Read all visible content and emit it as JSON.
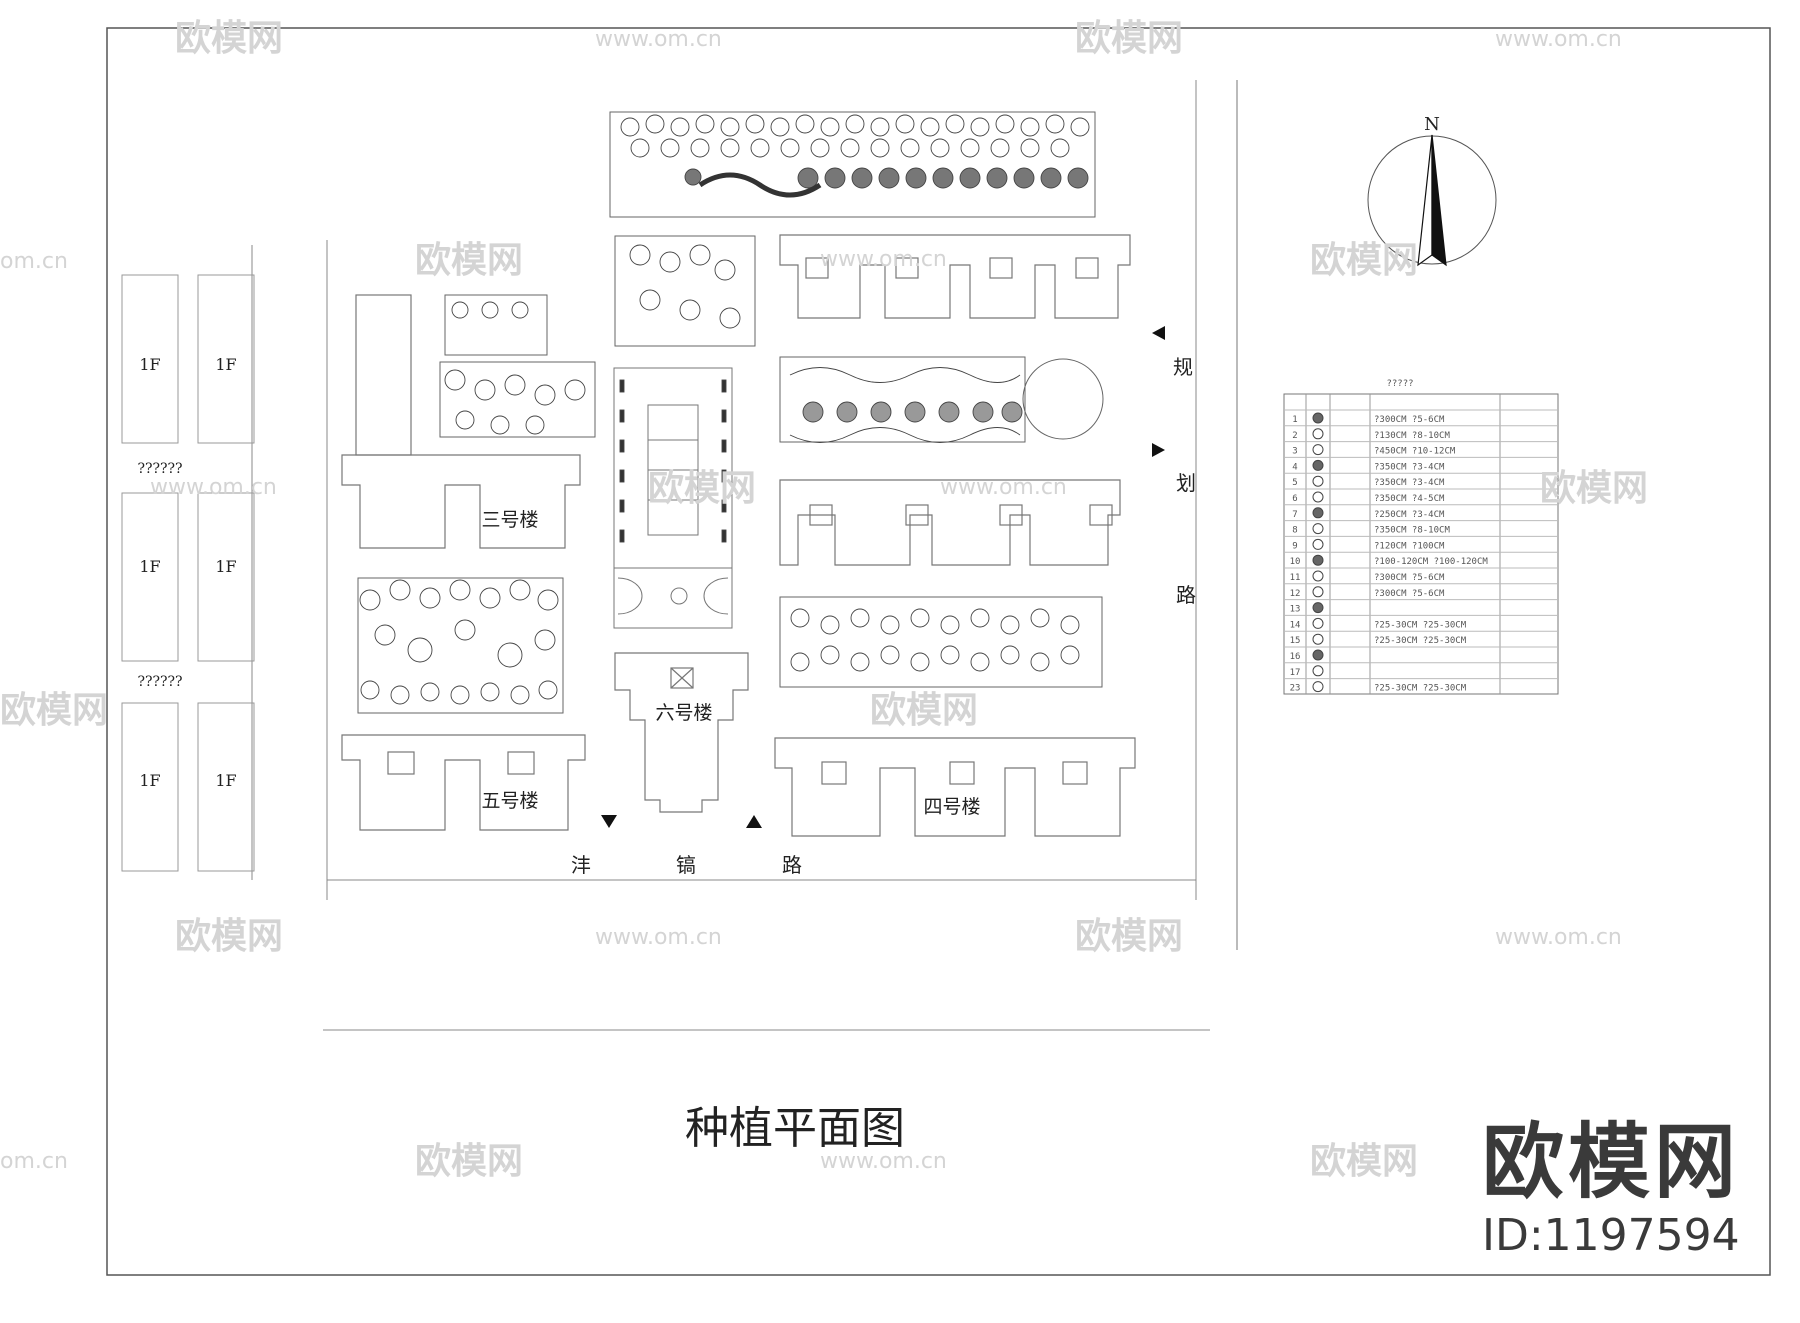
{
  "title": "种植平面图",
  "roads": {
    "south": [
      "沣",
      "镐",
      "路"
    ],
    "east": [
      "规",
      "划",
      "路"
    ]
  },
  "buildings": {
    "b3": "三号楼",
    "b4": "四号楼",
    "b5": "五号楼",
    "b6": "六号楼"
  },
  "west_blocks": {
    "floor_label": "1F",
    "gap_label": "??????"
  },
  "north_label": "N",
  "legend": {
    "title": "?????",
    "rows": [
      {
        "no": "1",
        "spec": "?300CM ?5-6CM"
      },
      {
        "no": "2",
        "spec": "?130CM ?8-10CM"
      },
      {
        "no": "3",
        "spec": "?450CM ?10-12CM"
      },
      {
        "no": "4",
        "spec": "?350CM ?3-4CM"
      },
      {
        "no": "5",
        "spec": "?350CM ?3-4CM"
      },
      {
        "no": "6",
        "spec": "?350CM ?4-5CM"
      },
      {
        "no": "7",
        "spec": "?250CM ?3-4CM"
      },
      {
        "no": "8",
        "spec": "?350CM ?8-10CM"
      },
      {
        "no": "9",
        "spec": "?120CM ?100CM"
      },
      {
        "no": "10",
        "spec": "?100-120CM ?100-120CM"
      },
      {
        "no": "11",
        "spec": "?300CM ?5-6CM"
      },
      {
        "no": "12",
        "spec": "?300CM ?5-6CM"
      },
      {
        "no": "13",
        "spec": ""
      },
      {
        "no": "14",
        "spec": "?25-30CM ?25-30CM"
      },
      {
        "no": "15",
        "spec": "?25-30CM ?25-30CM"
      },
      {
        "no": "16",
        "spec": ""
      },
      {
        "no": "17",
        "spec": ""
      },
      {
        "no": "23",
        "spec": "?25-30CM ?25-30CM"
      }
    ]
  },
  "watermarks": {
    "brand": "欧模网",
    "url": "www.om.cn",
    "short_url": "om.cn"
  },
  "brand_block": {
    "name": "欧模网",
    "id": "ID:1197594"
  }
}
